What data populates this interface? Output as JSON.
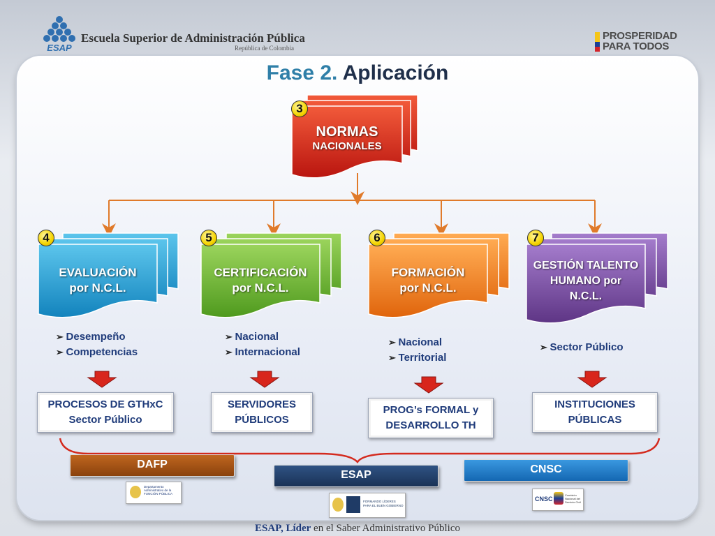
{
  "header": {
    "logo_text": "ESAP",
    "institution": "Escuela Superior de Administración Pública",
    "country": "República de Colombia",
    "slogan_line1": "PROSPERIDAD",
    "slogan_line2": "PARA TODOS"
  },
  "title": {
    "part1": "Fase 2.",
    "part2": "Aplicación"
  },
  "top_node": {
    "badge": "3",
    "line1": "NORMAS",
    "line2": "NACIONALES",
    "color": "#d8261c"
  },
  "nodes": [
    {
      "badge": "4",
      "line1": "EVALUACIÓN",
      "line2": "por N.C.L.",
      "color": "#1e9ed3",
      "bullets": [
        "Desempeño",
        "Competencias"
      ],
      "result": [
        "PROCESOS DE GTHxC",
        "Sector Público"
      ]
    },
    {
      "badge": "5",
      "line1": "CERTIFICACIÓN",
      "line2": "por N.C.L.",
      "color": "#6fb330",
      "bullets": [
        "Nacional",
        "Internacional"
      ],
      "result": [
        "SERVIDORES",
        "PÚBLICOS"
      ]
    },
    {
      "badge": "6",
      "line1": "FORMACIÓN",
      "line2": "por N.C.L.",
      "color": "#f07f1a",
      "bullets": [
        "Nacional",
        "Territorial"
      ],
      "result": [
        "PROG’s FORMAL y",
        "DESARROLLO TH"
      ]
    },
    {
      "badge": "7",
      "line1": "GESTIÓN TALENTO",
      "line2": "HUMANO por",
      "line3": "N.C.L.",
      "color": "#7b4aa0",
      "bullets": [
        "Sector Público"
      ],
      "result": [
        "INSTITUCIONES",
        "PÚBLICAS"
      ]
    }
  ],
  "organizations": [
    {
      "name": "DAFP",
      "color": "#9b4e12",
      "logo_text": "Departamento Administrativo de la FUNCIÓN PÚBLICA"
    },
    {
      "name": "ESAP",
      "color": "#1f3b66",
      "logo_text": "FORMANDO LÍDERES PARA EL BUEN GOBIERNO"
    },
    {
      "name": "CNSC",
      "color": "#1a78c8",
      "logo_text": "Comisión Nacional del Servicio Civil"
    }
  ],
  "footer": {
    "bold": "ESAP, Líder",
    "rest": " en el Saber Administrativo Público"
  },
  "connector_color": "#e07a2a",
  "bracket_color": "#d42a1e"
}
